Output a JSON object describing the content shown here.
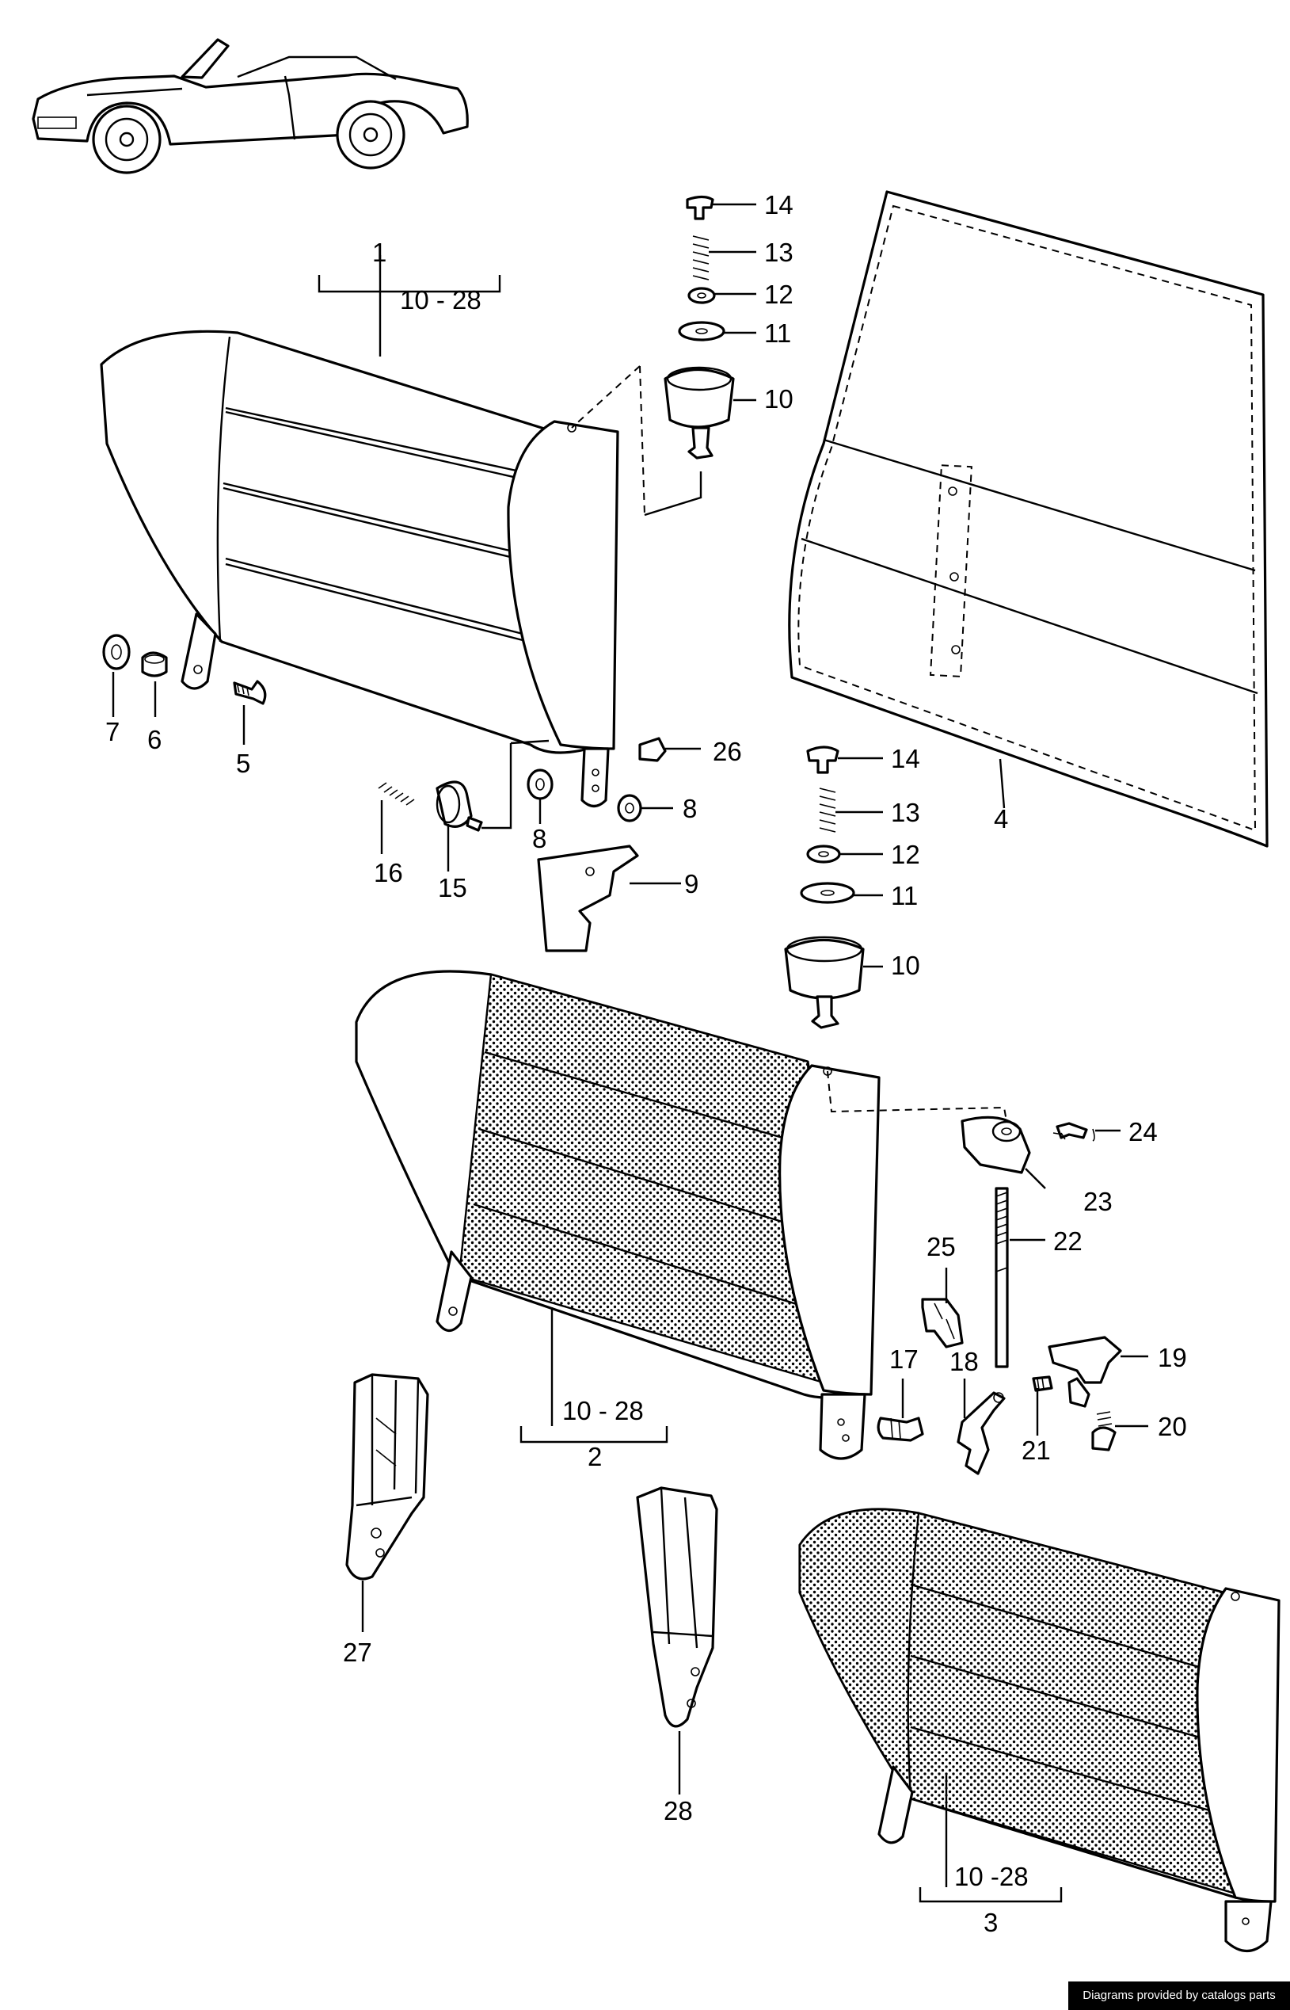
{
  "credit": "Diagrams provided by catalogs parts",
  "labels": {
    "p1": "1",
    "p1_range": "10 - 28",
    "p2": "2",
    "p2_range": "10 - 28",
    "p3": "3",
    "p3_range": "10 -28",
    "p4": "4",
    "p5": "5",
    "p6": "6",
    "p7": "7",
    "p8a": "8",
    "p8b": "8",
    "p9": "9",
    "p10a": "10",
    "p10b": "10",
    "p11a": "11",
    "p11b": "11",
    "p12a": "12",
    "p12b": "12",
    "p13a": "13",
    "p13b": "13",
    "p14a": "14",
    "p14b": "14",
    "p15": "15",
    "p16": "16",
    "p17": "17",
    "p18": "18",
    "p19": "19",
    "p20": "20",
    "p21": "21",
    "p22": "22",
    "p23": "23",
    "p24": "24",
    "p25": "25",
    "p26": "26",
    "p27": "27",
    "p28": "28"
  }
}
